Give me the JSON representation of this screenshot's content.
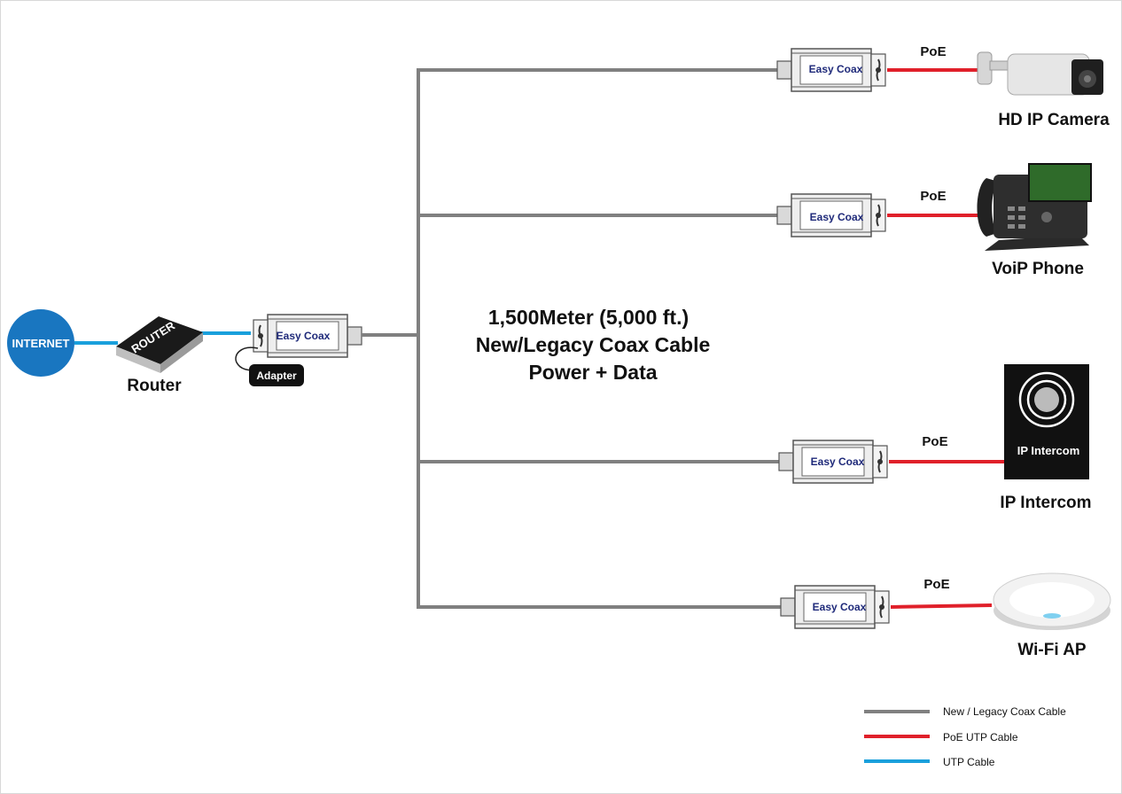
{
  "colors": {
    "coax": "#808080",
    "poe_utp": "#e0202a",
    "utp": "#1aa0dc",
    "internet_circle": "#1976c0",
    "easy_coax_text": "#1f2a7a"
  },
  "internet": {
    "label": "INTERNET"
  },
  "router": {
    "device_text": "ROUTER",
    "label": "Router"
  },
  "adapter": {
    "label": "Adapter"
  },
  "converter_label": "Easy Coax",
  "center_text": {
    "line1": "1,500Meter (5,000 ft.)",
    "line2": "New/Legacy Coax Cable",
    "line3": "Power + Data"
  },
  "poe_label": "PoE",
  "devices": [
    {
      "id": "camera",
      "icon": "camera-icon",
      "label": "HD IP Camera"
    },
    {
      "id": "phone",
      "icon": "phone-icon",
      "label": "VoiP Phone"
    },
    {
      "id": "intercom",
      "icon": "intercom-icon",
      "label": "IP Intercom",
      "panel_text": "IP Intercom"
    },
    {
      "id": "wifi",
      "icon": "wifi-ap-icon",
      "label": "Wi-Fi AP"
    }
  ],
  "legend": [
    {
      "label": "New / Legacy Coax Cable",
      "color": "#808080"
    },
    {
      "label": "PoE UTP Cable",
      "color": "#e0202a"
    },
    {
      "label": "UTP Cable",
      "color": "#1aa0dc"
    }
  ]
}
